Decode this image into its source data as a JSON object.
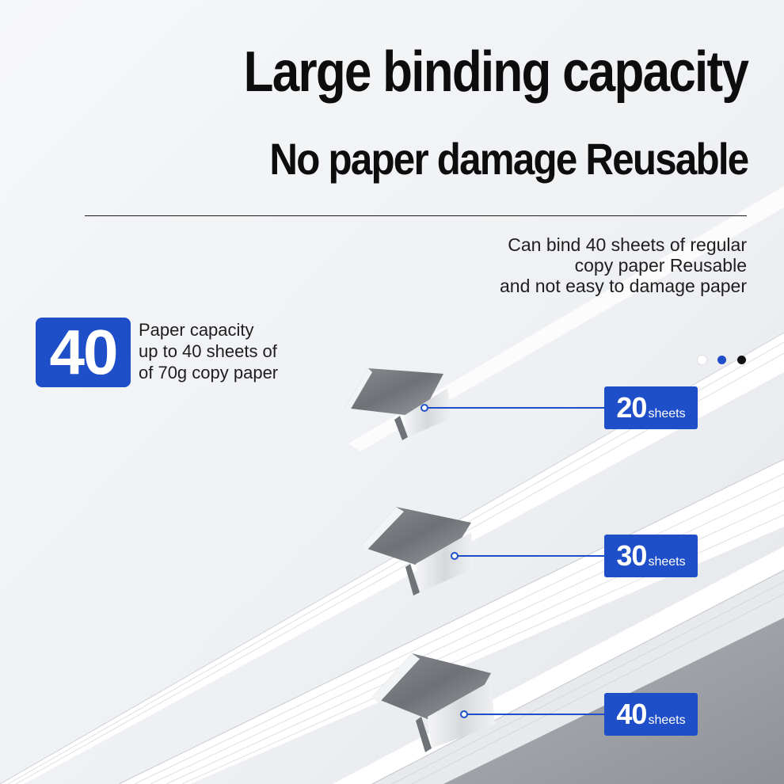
{
  "header": {
    "title": "Large binding capacity",
    "subtitle": "No paper damage Reusable"
  },
  "description": {
    "lines": [
      "Can bind 40 sheets of regular",
      "copy paper Reusable",
      "and not easy to damage paper"
    ]
  },
  "capacity": {
    "badge": "40",
    "lines": [
      "Paper capacity",
      "up to 40 sheets of",
      "of 70g copy paper"
    ]
  },
  "callouts": [
    {
      "value": "20",
      "unit": "sheets"
    },
    {
      "value": "30",
      "unit": "sheets"
    },
    {
      "value": "40",
      "unit": "sheets"
    }
  ],
  "indicators": {
    "colors": [
      "#ffffff",
      "#1e4fc9",
      "#111111"
    ],
    "active_index": 1
  },
  "colors": {
    "accent": "#1e4fc9",
    "text": "#0d0d0d",
    "background": "#f2f3f5"
  }
}
